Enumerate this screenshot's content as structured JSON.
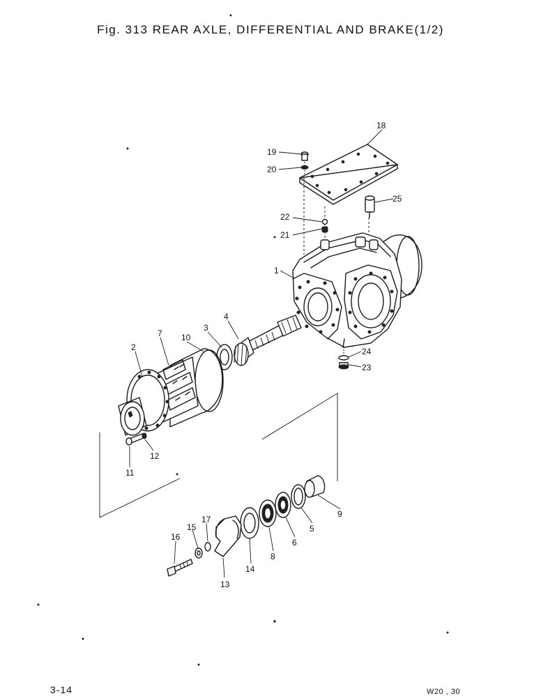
{
  "title": "Fig. 313   REAR AXLE, DIFFERENTIAL AND BRAKE(1/2)",
  "page_number": "3-14",
  "model": "W20 , 30",
  "callouts": [
    "1",
    "2",
    "3",
    "4",
    "5",
    "6",
    "7",
    "8",
    "9",
    "10",
    "11",
    "12",
    "13",
    "14",
    "15",
    "16",
    "17",
    "18",
    "19",
    "20",
    "21",
    "22",
    "23",
    "24",
    "25"
  ]
}
